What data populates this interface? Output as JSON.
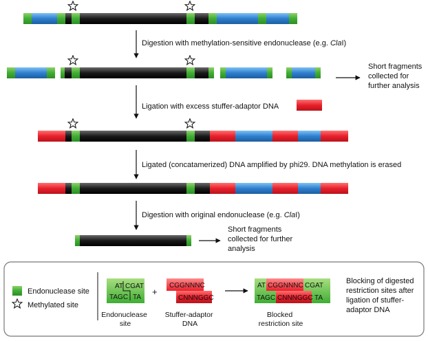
{
  "steps": {
    "step1": "Digestion with methylation-sensitive endonuclease (e.g. ClaI)",
    "step1_prefix": "Digestion with methylation-sensitive endonuclease (e.g. ",
    "step1_italic": "Cla",
    "step1_suffix": "I)",
    "step2": "Ligation with excess stuffer-adaptor DNA",
    "step3": "Ligated (concatamerized) DNA amplified by phi29. DNA methylation is erased",
    "step4_prefix": "Digestion with original endonuclease (e.g. ",
    "step4_italic": "Cla",
    "step4_suffix": "I)"
  },
  "notes": {
    "short_fragments_1": [
      "Short fragments",
      "collected for",
      "further analysis"
    ],
    "short_fragments_2": [
      "Short fragments",
      "collected for further",
      "analysis"
    ]
  },
  "legend": {
    "endonuclease_site": "Endonuclease site",
    "methylated_site": "Methylated site",
    "site_top": [
      "AT",
      "CGAT"
    ],
    "site_bottom": [
      "TAGC",
      "TA"
    ],
    "site_caption": [
      "Endonuclease",
      "site"
    ],
    "plus": "+",
    "stuffer_top": "CGGNNNC",
    "stuffer_bottom": "CNNNGGC",
    "stuffer_caption": [
      "Stuffer-adaptor",
      "DNA"
    ],
    "blocked_top": [
      "AT",
      "CGGNNNC",
      "CGAT"
    ],
    "blocked_bottom": [
      "TAGC",
      "CNNNGGC",
      "TA"
    ],
    "blocked_caption": [
      "Blocked",
      "restriction site"
    ],
    "blocking_text": [
      "Blocking of digested",
      "restriction sites after",
      "ligation of stuffer-",
      "adaptor DNA"
    ]
  },
  "colors": {
    "green": "#4caf3a",
    "green_light": "#8fd16a",
    "blue": "#2f7fcf",
    "red": "#e8202c",
    "black": "#1a1a1a"
  }
}
